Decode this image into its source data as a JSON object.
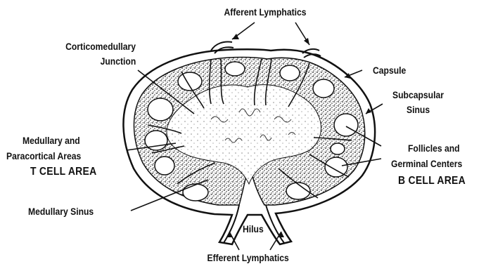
{
  "labels": {
    "afferent_lymphatics": "Afferent Lymphatics",
    "corticomedullary_1": "Corticomedullary",
    "corticomedullary_2": "Junction",
    "capsule": "Capsule",
    "subcapsular_1": "Subcapsular",
    "subcapsular_2": "Sinus",
    "medullary_1": "Medullary and",
    "medullary_2": "Paracortical Areas",
    "t_cell_area": "T CELL AREA",
    "follicles_1": "Follicles and",
    "follicles_2": "Germinal Centers",
    "b_cell_area": "B CELL AREA",
    "medullary_sinus": "Medullary Sinus",
    "hilus": "Hilus",
    "efferent_lymphatics": "Efferent Lymphatics"
  },
  "colors": {
    "ink": "#111111",
    "background": "#ffffff",
    "stipple": "#2a2a2a"
  }
}
